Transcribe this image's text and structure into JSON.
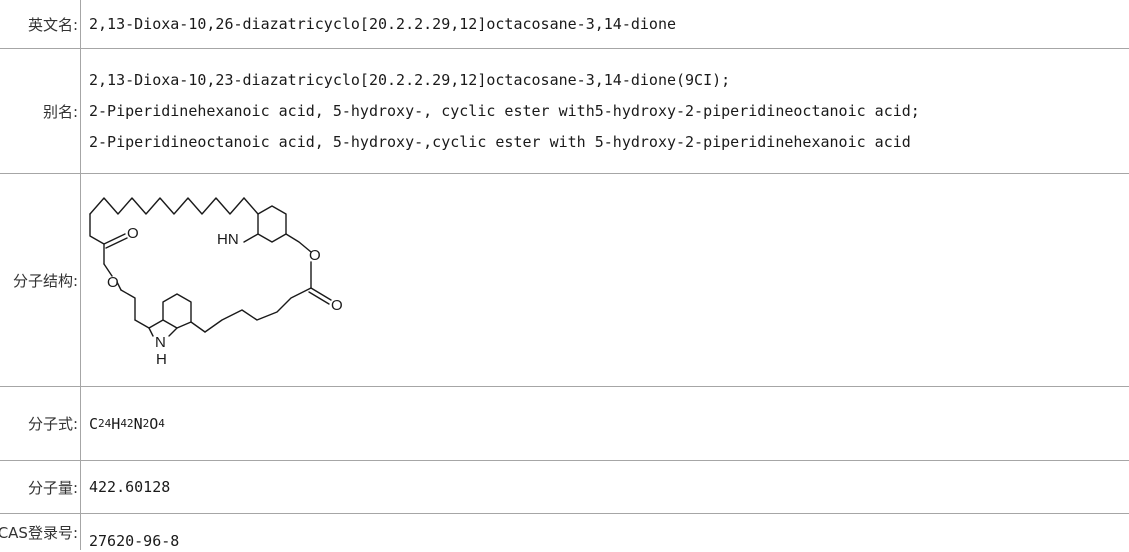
{
  "rows": {
    "english_name": {
      "label": "英文名:",
      "value": "2,13-Dioxa-10,26-diazatricyclo[20.2.2.29,12]octacosane-3,14-dione"
    },
    "aliases": {
      "label": "别名:",
      "lines": [
        "2,13-Dioxa-10,23-diazatricyclo[20.2.2.29,12]octacosane-3,14-dione(9CI);",
        "2-Piperidinehexanoic acid, 5-hydroxy-, cyclic ester with5-hydroxy-2-piperidineoctanoic acid;",
        "2-Piperidineoctanoic acid, 5-hydroxy-,cyclic ester with 5-hydroxy-2-piperidinehexanoic acid"
      ]
    },
    "structure": {
      "label": "分子结构:",
      "atoms": {
        "o_top": "O",
        "hn_top": "HN",
        "o_ring_right": "O",
        "o_ring_left": "O",
        "o_right": "O",
        "n_bottom": "N",
        "h_bottom": "H"
      }
    },
    "formula": {
      "label": "分子式:",
      "c": "C",
      "c_n": "24",
      "h": "H",
      "h_n": "42",
      "n": "N",
      "n_n": "2",
      "o": "O",
      "o_n": "4"
    },
    "mol_weight": {
      "label": "分子量:",
      "value": "422.60128"
    },
    "cas": {
      "label": "CAS登录号:",
      "value": "27620-96-8"
    }
  }
}
